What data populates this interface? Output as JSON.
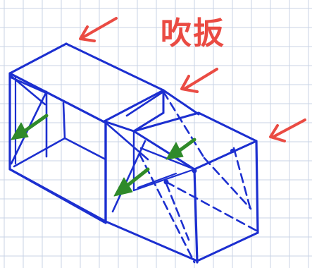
{
  "annotation": {
    "text": "吹扳"
  },
  "colors": {
    "grid": "#c9d3e6",
    "structure": "#1c2fd0",
    "pointer_arrow": "#ea4b43",
    "green_arrow": "#2f8a2a",
    "background": "#ffffff"
  },
  "pointer_arrows": [
    {
      "name": "red-arrow-top-left",
      "icon": "arrow-icon"
    },
    {
      "name": "red-arrow-middle",
      "icon": "arrow-icon"
    },
    {
      "name": "red-arrow-right",
      "icon": "arrow-icon"
    }
  ],
  "green_arrows": [
    {
      "name": "green-arrow-left-frame",
      "icon": "arrow-icon"
    },
    {
      "name": "green-arrow-center-upper",
      "icon": "arrow-icon"
    },
    {
      "name": "green-arrow-center-lower",
      "icon": "arrow-icon"
    }
  ]
}
